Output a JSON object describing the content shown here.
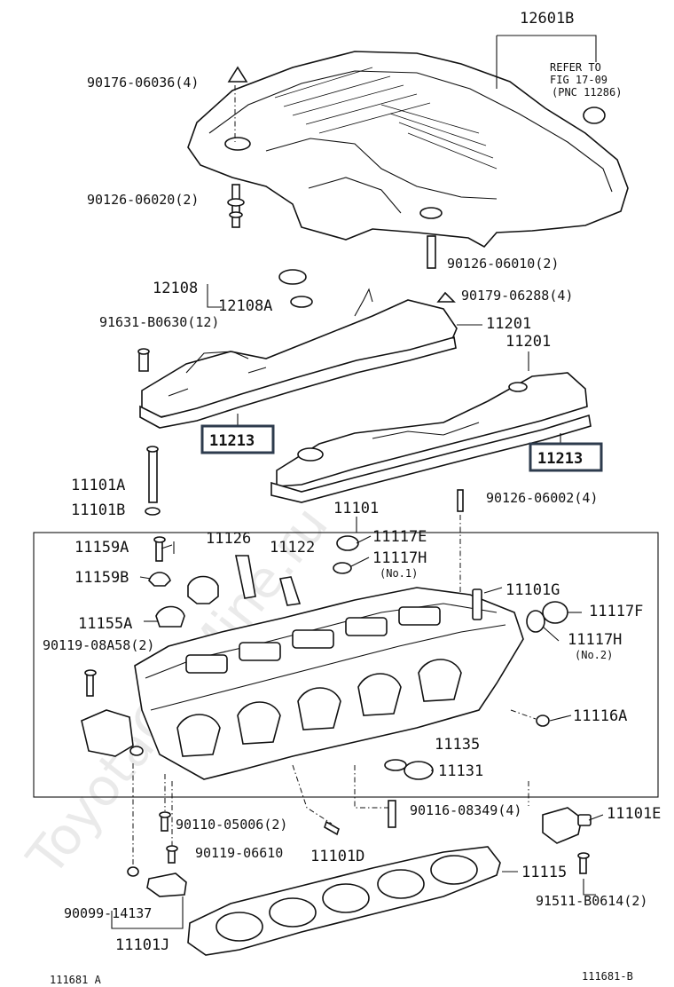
{
  "watermark": "ToyotaCarMine.ru",
  "refer_note": {
    "line1": "REFER TO",
    "line2": "FIG 17-09",
    "line3": "(PNC 11286)"
  },
  "footer": {
    "left_code": "111681 A",
    "right_code": "111681-B"
  },
  "labels": {
    "p12601B": "12601B",
    "p90176": "90176-06036(4)",
    "p90126_06020": "90126-06020(2)",
    "p90126_06010": "90126-06010(2)",
    "p12108": "12108",
    "p12108A": "12108A",
    "p90179": "90179-06288(4)",
    "p11201_a": "11201",
    "p11201_b": "11201",
    "p91631": "91631-B0630(12)",
    "p11213_a": "11213",
    "p11213_b": "11213",
    "p11101A": "11101A",
    "p11101B": "11101B",
    "p11101": "11101",
    "p90126_06002": "90126-06002(4)",
    "p11159A": "11159A",
    "p11126": "11126",
    "p11122": "11122",
    "p11117E": "11117E",
    "p11117H_a": "11117H",
    "p_no1": "(No.1)",
    "p11159B": "11159B",
    "p11101G": "11101G",
    "p11155A": "11155A",
    "p11117F": "11117F",
    "p90119_08A58": "90119-08A58(2)",
    "p11117H_b": "11117H",
    "p_no2": "(No.2)",
    "p11116A": "11116A",
    "p11135": "11135",
    "p11131": "11131",
    "p90110": "90110-05006(2)",
    "p90116": "90116-08349(4)",
    "p11101E": "11101E",
    "p90119_06610": "90119-06610",
    "p11101D": "11101D",
    "p11115": "11115",
    "p90099": "90099-14137",
    "p91511": "91511-B0614(2)",
    "p11101J": "11101J"
  }
}
